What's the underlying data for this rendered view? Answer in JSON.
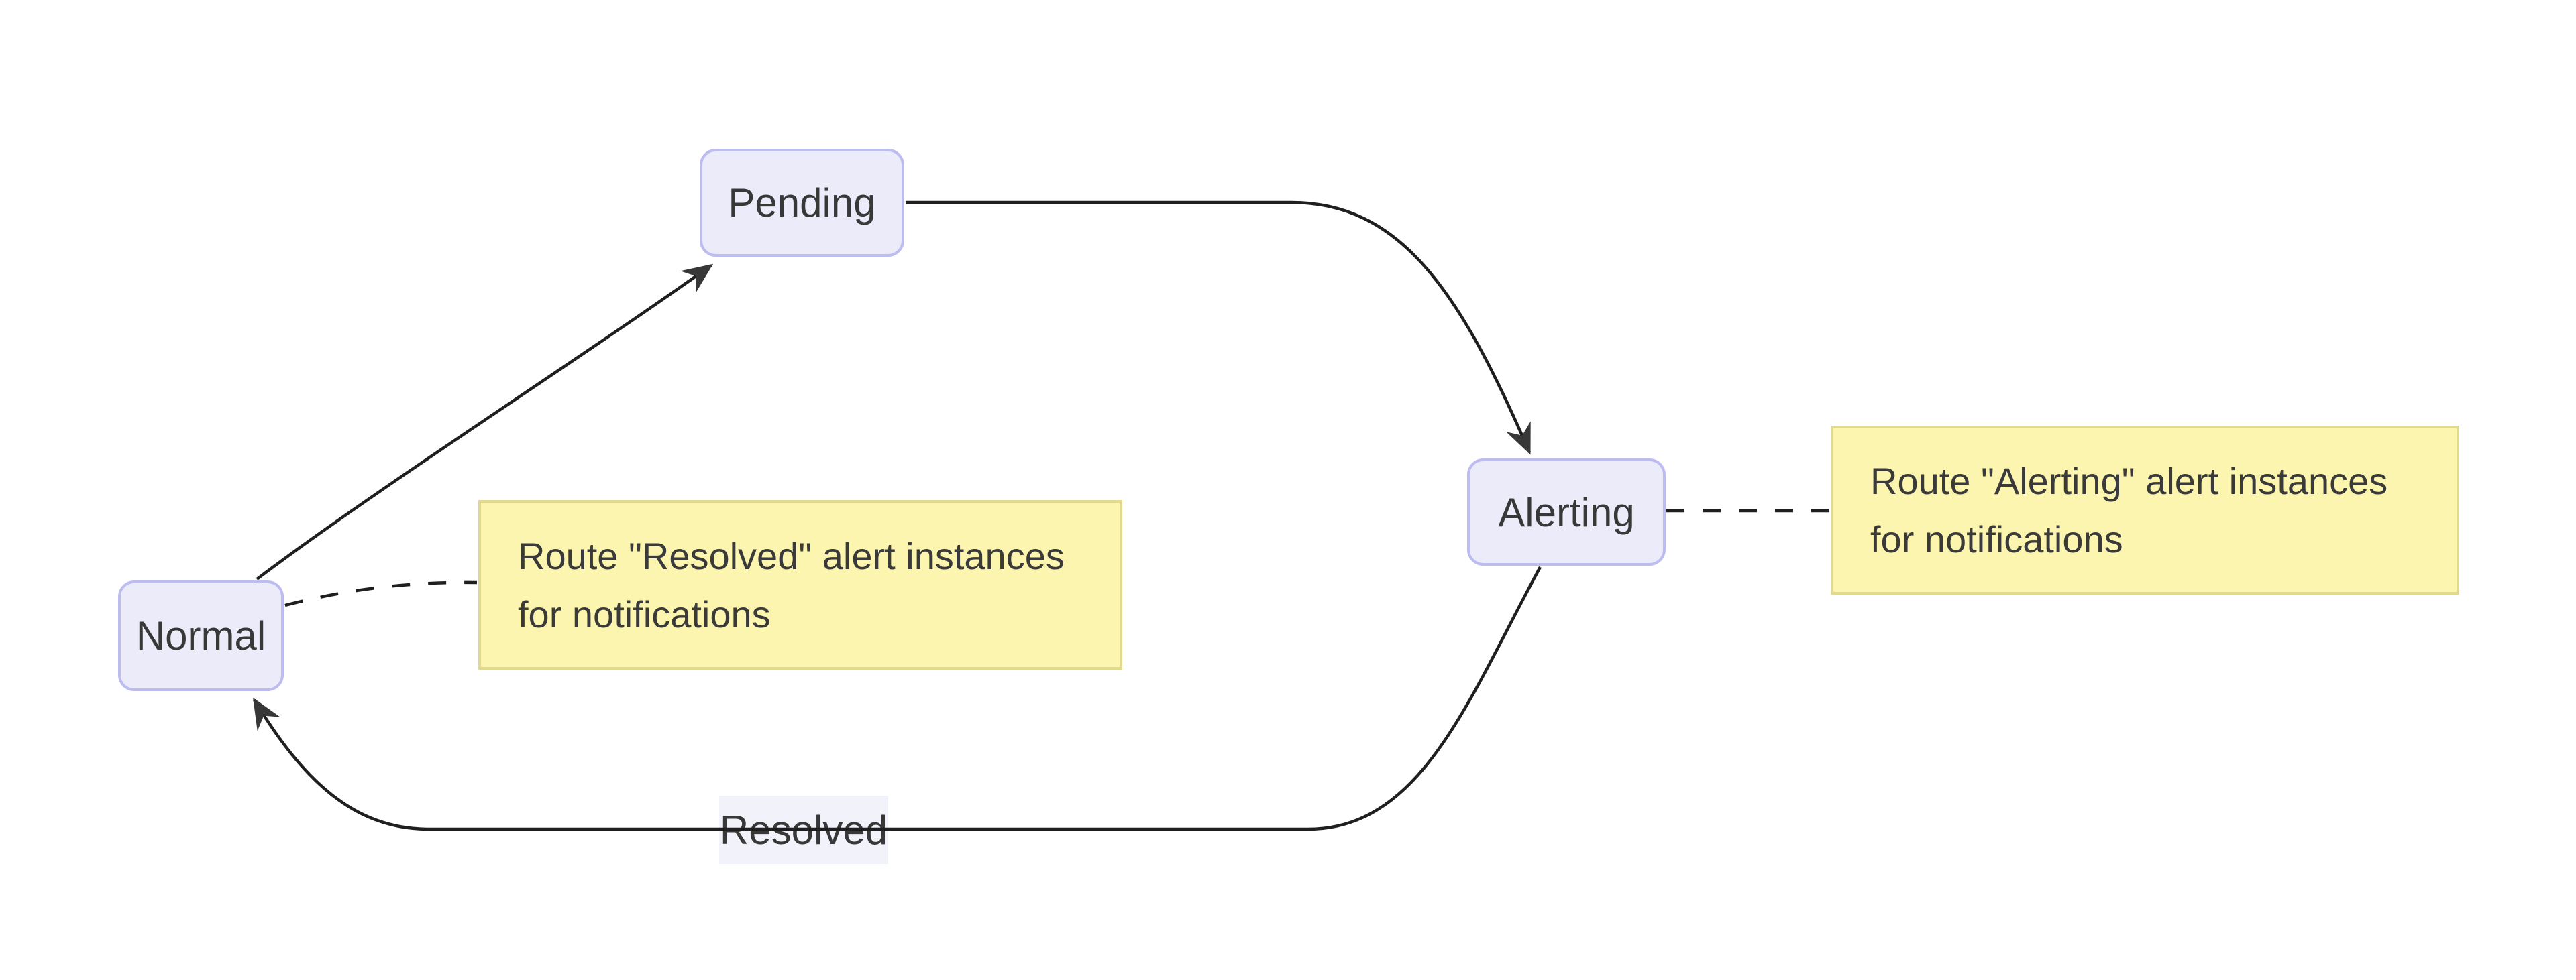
{
  "diagram": {
    "type": "state-diagram",
    "background": "#ffffff",
    "nodes": {
      "pending": {
        "label": "Pending"
      },
      "alerting": {
        "label": "Alerting"
      },
      "normal": {
        "label": "Normal"
      }
    },
    "edges": {
      "normal_to_pending": {
        "label": "",
        "style": "solid-arrow"
      },
      "pending_to_alerting": {
        "label": "",
        "style": "solid-arrow"
      },
      "alerting_to_normal": {
        "label": "Resolved",
        "style": "solid-arrow"
      },
      "normal_note_link": {
        "style": "dashed"
      },
      "alerting_note_link": {
        "style": "dashed"
      }
    },
    "notes": {
      "normal_note": {
        "text": "Route \"Resolved\" alert instances for notifications"
      },
      "alerting_note": {
        "text": "Route \"Alerting\" alert instances for notifications"
      }
    },
    "colors": {
      "node_fill": "#ebebfa",
      "node_border": "#bcbcf0",
      "node_text": "#383838",
      "note_fill": "#fbf5af",
      "note_border": "#e0d98e",
      "note_text": "#3a3a3a",
      "edge_line": "#1f1f1f",
      "arrowhead": "#383838",
      "edge_label_bg": "#f2f2fa"
    }
  }
}
